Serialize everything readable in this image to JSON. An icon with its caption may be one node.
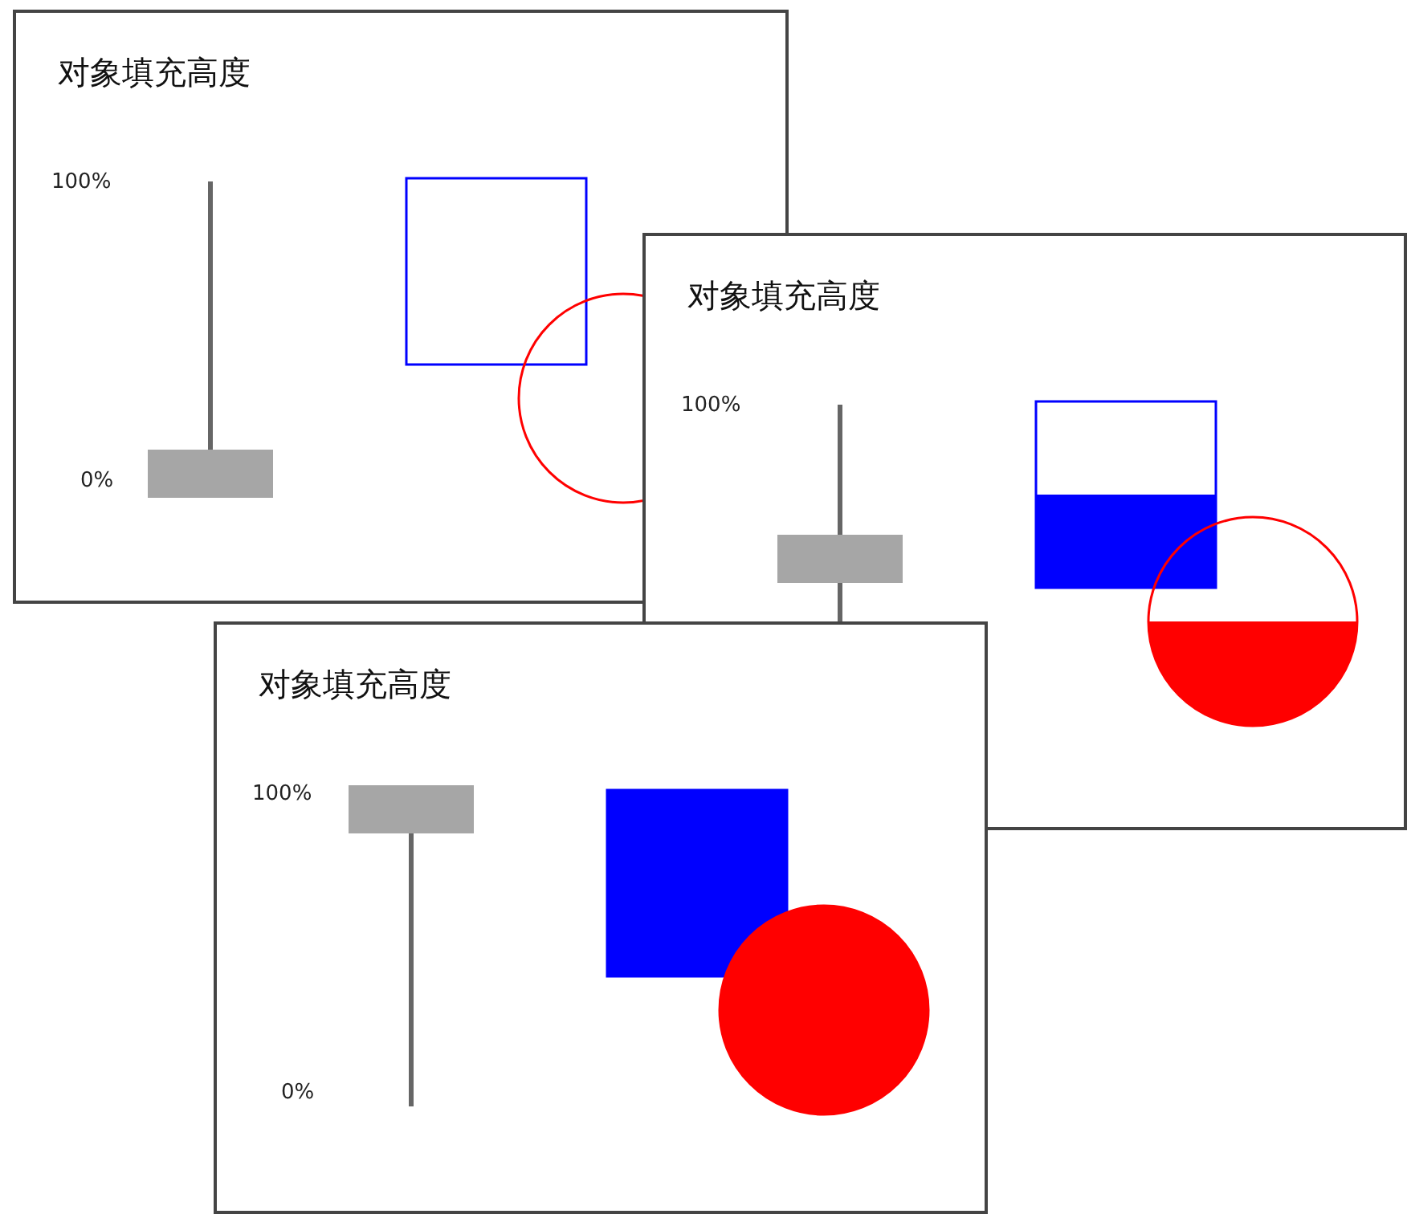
{
  "diagram": {
    "nodes": [
      {
        "text": [
          "对象填充高度"
        ]
      },
      {
        "text": [
          "对象填充高度"
        ]
      },
      {
        "text": [
          "对象填充高度"
        ]
      }
    ],
    "labels": [
      "100%",
      "0%",
      "100%",
      "100%",
      "0%"
    ]
  }
}
